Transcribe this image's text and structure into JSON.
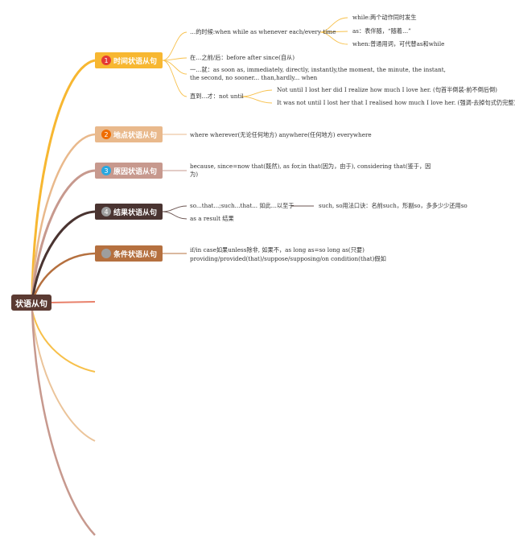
{
  "root": {
    "label": "状语从句"
  },
  "colors": {
    "root_bg": "#5b3a32",
    "time": "#f7b731",
    "place": "#e9b98c",
    "reason": "#c7998e",
    "result": "#4a3431",
    "condition": "#b5703f",
    "badge_red": "#e53935",
    "badge_orange": "#ef6c00",
    "badge_blue": "#29a8e0",
    "badge_gray": "#9e9e9e"
  },
  "branches": {
    "time": {
      "num": "1",
      "label": "时间状语从句",
      "items": {
        "when_group": "…的时候:when while as whenever each/every time",
        "while": "while:两个动作同时发生",
        "as": "as：表伴随，“随着…”",
        "when": "when:普通用词，可代替as和while",
        "before_after": "在…之前/后：before after since(自从)",
        "as_soon_as_1": "一…就：as soon as, immediately, directly, instantly,the moment, the minute, the instant,",
        "as_soon_as_2": "the second, no sooner... than,hardly... when",
        "not_until": "直到…才：not until",
        "not_until_1": "Not until I lost her did I realize how much I love her. (句首半倒装-前不倒后倒)",
        "not_until_2": "It was not until I lost her that I realised how much I love her. (强调-去掉句式仍完整)"
      }
    },
    "place": {
      "num": "2",
      "label": "地点状语从句",
      "text": "where wherever(无论任何地方) anywhere(任何地方) everywhere"
    },
    "reason": {
      "num": "3",
      "label": "原因状语从句",
      "text1": "because, since=now that(既然), as for,in that(因为，由于), considering that(鉴于，因",
      "text2": "为)"
    },
    "result": {
      "num": "4",
      "label": "结果状语从句",
      "so_that": "so...that...;such...that... 如此…以至于",
      "so_that_note": "such, so用法口诀：名前such，形副so，多多少少还用so",
      "as_a_result": "as a result 结果"
    },
    "condition": {
      "label": "条件状语从句",
      "text1": "if/in case如果unless除非, 如果不，as long as=so long as(只要)",
      "text2": "providing/provided(that)/suppose/supposing/on condition(that)假如"
    }
  }
}
